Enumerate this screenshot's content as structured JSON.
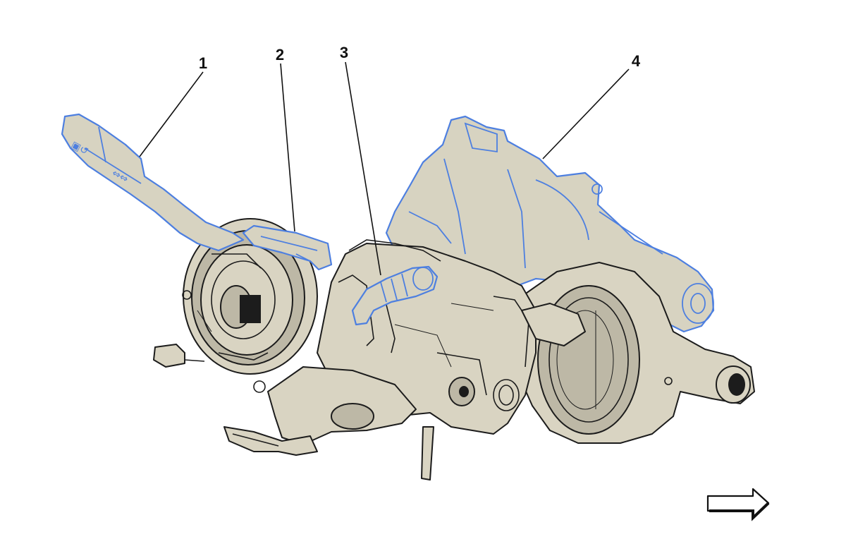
{
  "diagram": {
    "callouts": [
      {
        "label": "1",
        "part": "wiper-stalk"
      },
      {
        "label": "2",
        "part": "stalk-switch-connector"
      },
      {
        "label": "3",
        "part": "light-stalk"
      },
      {
        "label": "4",
        "part": "steering-column-motor"
      }
    ],
    "colors": {
      "highlight_outline": "#4d7fe0",
      "part_fill": "#d9d4c2",
      "ink": "#1c1c1c"
    },
    "direction_arrow": {
      "icon": "right-arrow-icon"
    }
  }
}
